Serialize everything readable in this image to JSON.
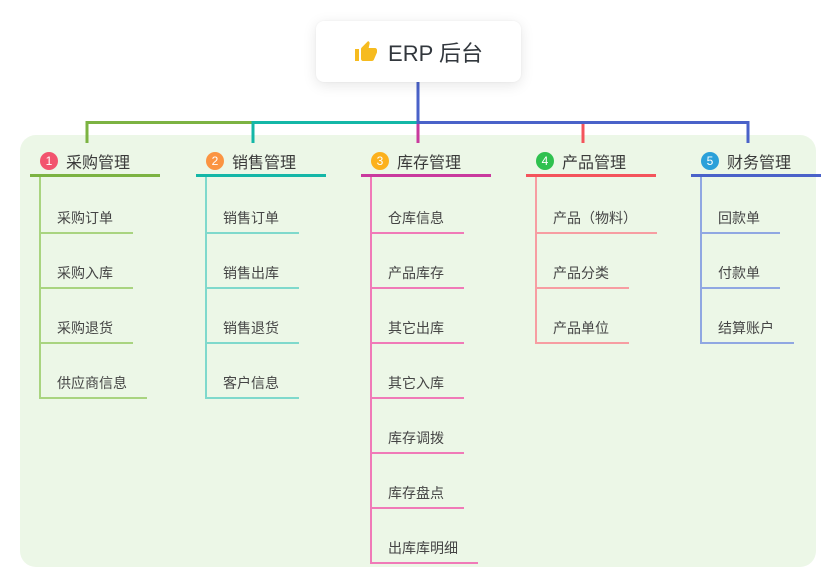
{
  "canvas": {
    "bg_color": "#ffffff",
    "panel_color": "#ecf7e7"
  },
  "root": {
    "label": "ERP 后台",
    "icon": "thumbs-up",
    "icon_color": "#f6bb1f",
    "trunk_color": "#4a62c9",
    "card_bg": "#ffffff"
  },
  "branches": [
    {
      "num": "1",
      "label": "采购管理",
      "badge_color": "#f2546e",
      "line_color": "#7cb342",
      "child_line_color": "#a9d480",
      "children": [
        "采购订单",
        "采购入库",
        "采购退货",
        "供应商信息"
      ]
    },
    {
      "num": "2",
      "label": "销售管理",
      "badge_color": "#fb9442",
      "line_color": "#14b7a7",
      "child_line_color": "#7fd9cc",
      "children": [
        "销售订单",
        "销售出库",
        "销售退货",
        "客户信息"
      ]
    },
    {
      "num": "3",
      "label": "库存管理",
      "badge_color": "#fcb11d",
      "line_color": "#c93a9e",
      "child_line_color": "#f07ab8",
      "children": [
        "仓库信息",
        "产品库存",
        "其它出库",
        "其它入库",
        "库存调拨",
        "库存盘点",
        "出库库明细"
      ]
    },
    {
      "num": "4",
      "label": "产品管理",
      "badge_color": "#2fc14f",
      "line_color": "#f4545c",
      "child_line_color": "#f79da2",
      "children": [
        "产品（物料）",
        "产品分类",
        "产品单位"
      ]
    },
    {
      "num": "5",
      "label": "财务管理",
      "badge_color": "#2ba0d9",
      "line_color": "#4a62c9",
      "child_line_color": "#90a7e2",
      "children": [
        "回款单",
        "付款单",
        "结算账户"
      ]
    }
  ]
}
